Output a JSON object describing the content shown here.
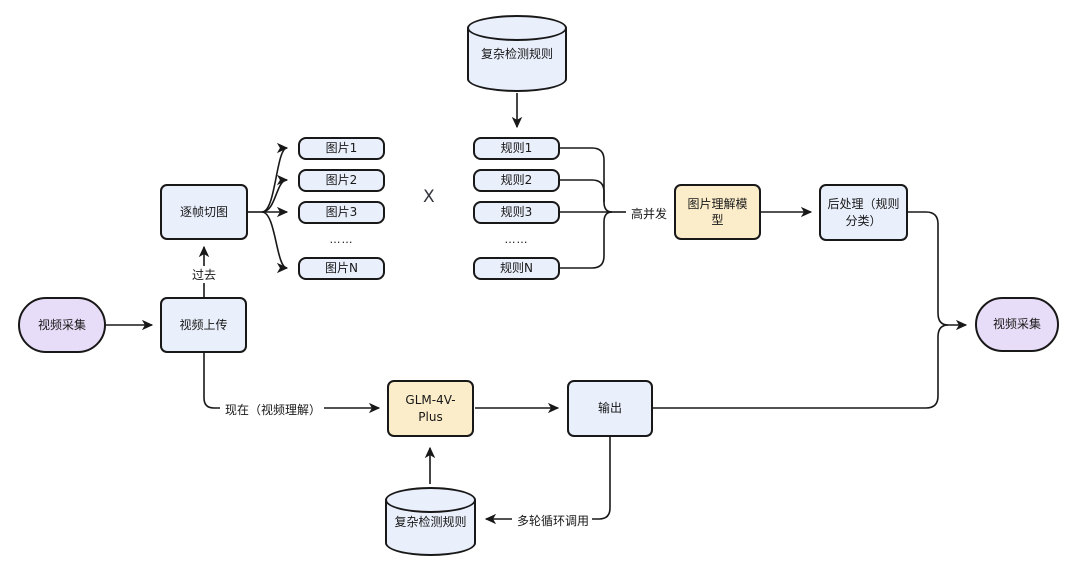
{
  "diagram": {
    "title": "video-analysis-pipeline-flowchart",
    "colors": {
      "node_fill": "#e9effb",
      "accent_fill": "#fbedca",
      "oval_fill": "#e8ddf8",
      "stroke": "#181818"
    },
    "nodes": {
      "rules_db_top": {
        "label": "复杂检测规则"
      },
      "source_oval": {
        "label": "视频采集"
      },
      "video_upload": {
        "label": "视频上传"
      },
      "frame_cut": {
        "label": "逐帧切图"
      },
      "pic1": {
        "label": "图片1"
      },
      "pic2": {
        "label": "图片2"
      },
      "pic3": {
        "label": "图片3"
      },
      "pic_dots": {
        "label": "……"
      },
      "picN": {
        "label": "图片N"
      },
      "cross_product": {
        "label": "X"
      },
      "rule1": {
        "label": "规则1"
      },
      "rule2": {
        "label": "规则2"
      },
      "rule3": {
        "label": "规则3"
      },
      "rule_dots": {
        "label": "……"
      },
      "ruleN": {
        "label": "规则N"
      },
      "image_model": {
        "label": "图片理解模型"
      },
      "postprocess": {
        "label": "后处理（规则分类）"
      },
      "sink_oval": {
        "label": "视频采集"
      },
      "glm_model": {
        "label": "GLM-4V-Plus"
      },
      "output": {
        "label": "输出"
      },
      "rules_db_bottom": {
        "label": "复杂检测规则"
      }
    },
    "edge_labels": {
      "past": "过去",
      "now": "现在（视频理解）",
      "high_concurrency": "高并发",
      "multi_round": "多轮循环调用"
    }
  }
}
